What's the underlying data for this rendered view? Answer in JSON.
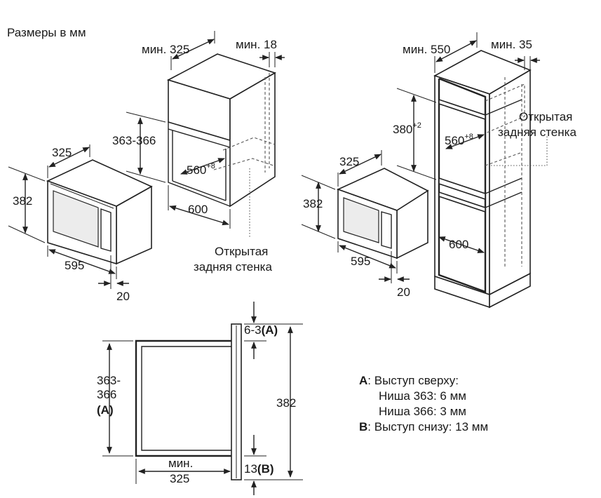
{
  "title": "Размеры в мм",
  "left_drawing": {
    "niche_depth": "мин. 325",
    "wall_gap": "мин. 18",
    "niche_height": "363-366",
    "niche_width_value": "560",
    "niche_width_tol": "+8",
    "niche_front_width": "600",
    "open_back_line1": "Открытая",
    "open_back_line2": "задняя стенка",
    "oven_depth": "325",
    "oven_height": "382",
    "oven_width": "595",
    "frame_depth": "20"
  },
  "right_drawing": {
    "niche_depth": "мин. 550",
    "wall_gap": "мин. 35",
    "niche_height_value": "380",
    "niche_height_tol": "+2",
    "niche_width_value": "560",
    "niche_width_tol": "+8",
    "open_back_line1": "Открытая",
    "open_back_line2": "задняя стенка",
    "oven_depth": "325",
    "oven_height": "382",
    "oven_width": "595",
    "frame_depth": "20",
    "cabinet_width": "600"
  },
  "section_drawing": {
    "niche_height_line1": "363-",
    "niche_height_line2": "366",
    "niche_height_line3": "(A)",
    "top_gap_value": "6-3",
    "top_gap_ref": "(A)",
    "front_height": "382",
    "bottom_gap_value": "13",
    "bottom_gap_ref": "(B)",
    "depth_line1": "мин.",
    "depth_line2": "325"
  },
  "legend": {
    "a_key": "A",
    "a_text": ": Выступ сверху:",
    "a_line2": "Ниша 363: 6 мм",
    "a_line3": "Ниша 366: 3 мм",
    "b_key": "B",
    "b_text": ": Выступ снизу: 13 мм"
  }
}
